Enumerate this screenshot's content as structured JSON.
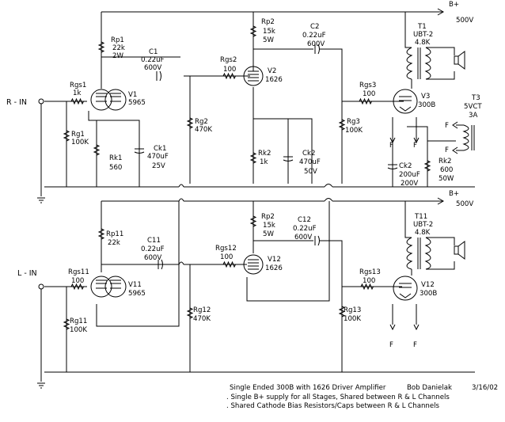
{
  "supply": {
    "bplus": "B+",
    "voltage": "500V"
  },
  "top": {
    "input": "R - IN",
    "rgs1": {
      "name": "Rgs1",
      "value": "1k"
    },
    "rg1": {
      "name": "Rg1",
      "value": "100K"
    },
    "v1": {
      "name": "V1",
      "type": "5965"
    },
    "rp1": {
      "name": "Rp1",
      "value": "22k",
      "rating": "2W"
    },
    "c1": {
      "name": "C1",
      "value": "0.22uF",
      "rating": "600V"
    },
    "rk1": {
      "name": "Rk1",
      "value": "560"
    },
    "ck1": {
      "name": "Ck1",
      "value": "470uF",
      "rating": "25V"
    },
    "rg2": {
      "name": "Rg2",
      "value": "470K"
    },
    "rgs2": {
      "name": "Rgs2",
      "value": "100"
    },
    "rp2": {
      "name": "Rp2",
      "value": "15k",
      "rating": "5W"
    },
    "v2": {
      "name": "V2",
      "type": "1626"
    },
    "rk2": {
      "name": "Rk2",
      "value": "1k"
    },
    "ck2": {
      "name": "Ck2",
      "value": "470uF",
      "rating": "50V"
    },
    "c2": {
      "name": "C2",
      "value": "0.22uF",
      "rating": "600V"
    },
    "rg3": {
      "name": "Rg3",
      "value": "100K"
    },
    "rgs3": {
      "name": "Rgs3",
      "value": "100"
    },
    "v3": {
      "name": "V3",
      "type": "300B"
    },
    "t1": {
      "name": "T1",
      "type": "UBT-2",
      "z": "4.8K"
    },
    "t3": {
      "name": "T3",
      "type": "5VCT",
      "rating": "3A"
    },
    "ck2b": {
      "name": "Ck2",
      "value": "200uF",
      "rating": "200V"
    },
    "rk2b": {
      "name": "Rk2",
      "value": "600",
      "rating": "50W"
    },
    "f": "F"
  },
  "bottom": {
    "input": "L - IN",
    "rgs11": {
      "name": "Rgs11",
      "value": "100"
    },
    "rg11": {
      "name": "Rg11",
      "value": "100K"
    },
    "v11": {
      "name": "V11",
      "type": "5965"
    },
    "rp11": {
      "name": "Rp11",
      "value": "22k"
    },
    "c11": {
      "name": "C11",
      "value": "0.22uF",
      "rating": "600V"
    },
    "rg12": {
      "name": "Rg12",
      "value": "470K"
    },
    "rgs12": {
      "name": "Rgs12",
      "value": "100"
    },
    "rp2": {
      "name": "Rp2",
      "value": "15k",
      "rating": "5W"
    },
    "v12a": {
      "name": "V12",
      "type": "1626"
    },
    "c12": {
      "name": "C12",
      "value": "0.22uF",
      "rating": "600V"
    },
    "rg13": {
      "name": "Rg13",
      "value": "100K"
    },
    "rgs13": {
      "name": "Rgs13",
      "value": "100"
    },
    "v12b": {
      "name": "V12",
      "type": "300B"
    },
    "t11": {
      "name": "T11",
      "type": "UBT-2",
      "z": "4.8K"
    },
    "f": "F"
  },
  "notes": {
    "title": "Single Ended 300B with 1626 Driver Amplifier",
    "author": "Bob Danielak",
    "date": "3/16/02",
    "line1": ". Single B+ supply for all Stages,  Shared between R & L Channels",
    "line2": ". Shared Cathode Bias Resistors/Caps between R & L Channels"
  }
}
